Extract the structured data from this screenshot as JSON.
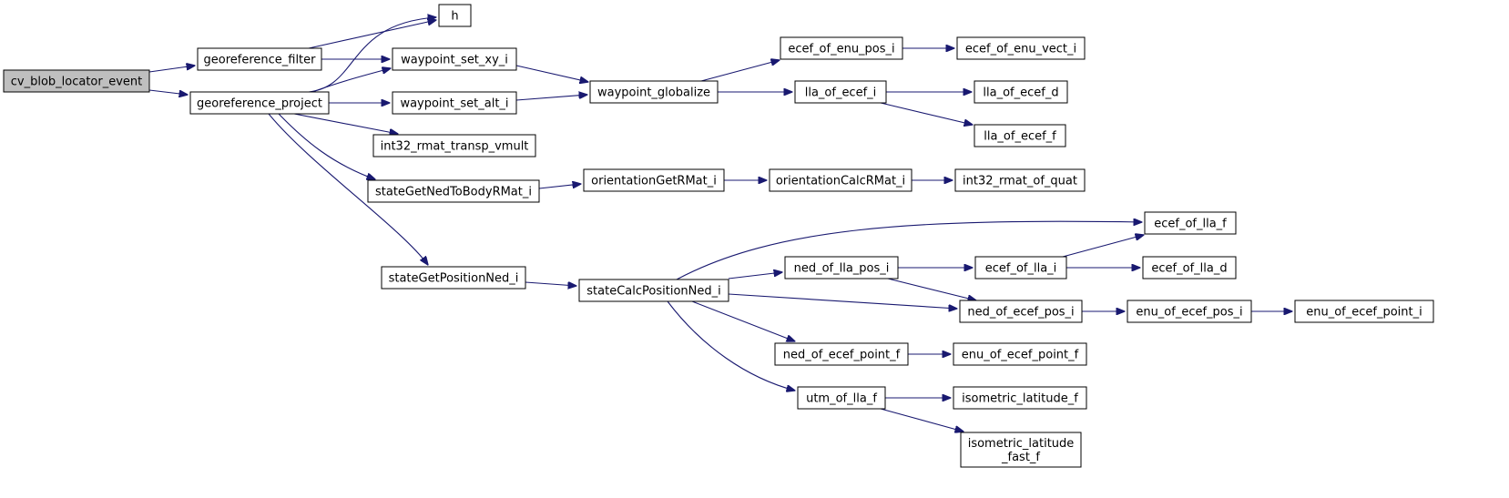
{
  "graph": {
    "root": "cv_blob_locator_event",
    "colors": {
      "edge": "#191970",
      "root_fill": "#bfbfbf",
      "node_fill": "#ffffff",
      "border": "#000000"
    },
    "nodes": [
      {
        "id": "cv_blob_locator_event",
        "label": [
          "cv_blob_locator_event"
        ]
      },
      {
        "id": "georeference_filter",
        "label": [
          "georeference_filter"
        ]
      },
      {
        "id": "georeference_project",
        "label": [
          "georeference_project"
        ]
      },
      {
        "id": "h",
        "label": [
          "h"
        ]
      },
      {
        "id": "waypoint_set_xy_i",
        "label": [
          "waypoint_set_xy_i"
        ]
      },
      {
        "id": "waypoint_set_alt_i",
        "label": [
          "waypoint_set_alt_i"
        ]
      },
      {
        "id": "int32_rmat_transp_vmult",
        "label": [
          "int32_rmat_transp_vmult"
        ]
      },
      {
        "id": "stateGetNedToBodyRMat_i",
        "label": [
          "stateGetNedToBodyRMat_i"
        ]
      },
      {
        "id": "stateGetPositionNed_i",
        "label": [
          "stateGetPositionNed_i"
        ]
      },
      {
        "id": "waypoint_globalize",
        "label": [
          "waypoint_globalize"
        ]
      },
      {
        "id": "ecef_of_enu_pos_i",
        "label": [
          "ecef_of_enu_pos_i"
        ]
      },
      {
        "id": "ecef_of_enu_vect_i",
        "label": [
          "ecef_of_enu_vect_i"
        ]
      },
      {
        "id": "lla_of_ecef_i",
        "label": [
          "lla_of_ecef_i"
        ]
      },
      {
        "id": "lla_of_ecef_d",
        "label": [
          "lla_of_ecef_d"
        ]
      },
      {
        "id": "lla_of_ecef_f",
        "label": [
          "lla_of_ecef_f"
        ]
      },
      {
        "id": "orientationGetRMat_i",
        "label": [
          "orientationGetRMat_i"
        ]
      },
      {
        "id": "orientationCalcRMat_i",
        "label": [
          "orientationCalcRMat_i"
        ]
      },
      {
        "id": "int32_rmat_of_quat",
        "label": [
          "int32_rmat_of_quat"
        ]
      },
      {
        "id": "stateCalcPositionNed_i",
        "label": [
          "stateCalcPositionNed_i"
        ]
      },
      {
        "id": "ecef_of_lla_f",
        "label": [
          "ecef_of_lla_f"
        ]
      },
      {
        "id": "ned_of_lla_pos_i",
        "label": [
          "ned_of_lla_pos_i"
        ]
      },
      {
        "id": "ecef_of_lla_i",
        "label": [
          "ecef_of_lla_i"
        ]
      },
      {
        "id": "ecef_of_lla_d",
        "label": [
          "ecef_of_lla_d"
        ]
      },
      {
        "id": "ned_of_ecef_pos_i",
        "label": [
          "ned_of_ecef_pos_i"
        ]
      },
      {
        "id": "enu_of_ecef_pos_i",
        "label": [
          "enu_of_ecef_pos_i"
        ]
      },
      {
        "id": "enu_of_ecef_point_i",
        "label": [
          "enu_of_ecef_point_i"
        ]
      },
      {
        "id": "ned_of_ecef_point_f",
        "label": [
          "ned_of_ecef_point_f"
        ]
      },
      {
        "id": "enu_of_ecef_point_f",
        "label": [
          "enu_of_ecef_point_f"
        ]
      },
      {
        "id": "utm_of_lla_f",
        "label": [
          "utm_of_lla_f"
        ]
      },
      {
        "id": "isometric_latitude_f",
        "label": [
          "isometric_latitude_f"
        ]
      },
      {
        "id": "isometric_latitude_fast_f",
        "label": [
          "isometric_latitude",
          "_fast_f"
        ]
      }
    ],
    "edges": [
      {
        "from": "cv_blob_locator_event",
        "to": "georeference_filter"
      },
      {
        "from": "cv_blob_locator_event",
        "to": "georeference_project"
      },
      {
        "from": "georeference_filter",
        "to": "h"
      },
      {
        "from": "georeference_filter",
        "to": "waypoint_set_xy_i"
      },
      {
        "from": "georeference_project",
        "to": "h"
      },
      {
        "from": "georeference_project",
        "to": "waypoint_set_xy_i"
      },
      {
        "from": "georeference_project",
        "to": "waypoint_set_alt_i"
      },
      {
        "from": "georeference_project",
        "to": "int32_rmat_transp_vmult"
      },
      {
        "from": "georeference_project",
        "to": "stateGetNedToBodyRMat_i"
      },
      {
        "from": "georeference_project",
        "to": "stateGetPositionNed_i"
      },
      {
        "from": "waypoint_set_xy_i",
        "to": "waypoint_globalize"
      },
      {
        "from": "waypoint_set_alt_i",
        "to": "waypoint_globalize"
      },
      {
        "from": "waypoint_globalize",
        "to": "ecef_of_enu_pos_i"
      },
      {
        "from": "waypoint_globalize",
        "to": "lla_of_ecef_i"
      },
      {
        "from": "ecef_of_enu_pos_i",
        "to": "ecef_of_enu_vect_i"
      },
      {
        "from": "lla_of_ecef_i",
        "to": "lla_of_ecef_d"
      },
      {
        "from": "lla_of_ecef_i",
        "to": "lla_of_ecef_f"
      },
      {
        "from": "stateGetNedToBodyRMat_i",
        "to": "orientationGetRMat_i"
      },
      {
        "from": "orientationGetRMat_i",
        "to": "orientationCalcRMat_i"
      },
      {
        "from": "orientationCalcRMat_i",
        "to": "int32_rmat_of_quat"
      },
      {
        "from": "stateGetPositionNed_i",
        "to": "stateCalcPositionNed_i"
      },
      {
        "from": "stateCalcPositionNed_i",
        "to": "ecef_of_lla_f"
      },
      {
        "from": "stateCalcPositionNed_i",
        "to": "ned_of_lla_pos_i"
      },
      {
        "from": "stateCalcPositionNed_i",
        "to": "ned_of_ecef_pos_i"
      },
      {
        "from": "stateCalcPositionNed_i",
        "to": "ned_of_ecef_point_f"
      },
      {
        "from": "stateCalcPositionNed_i",
        "to": "utm_of_lla_f"
      },
      {
        "from": "ned_of_lla_pos_i",
        "to": "ecef_of_lla_i"
      },
      {
        "from": "ned_of_lla_pos_i",
        "to": "ned_of_ecef_pos_i"
      },
      {
        "from": "ecef_of_lla_i",
        "to": "ecef_of_lla_f"
      },
      {
        "from": "ecef_of_lla_i",
        "to": "ecef_of_lla_d"
      },
      {
        "from": "ned_of_ecef_pos_i",
        "to": "enu_of_ecef_pos_i"
      },
      {
        "from": "enu_of_ecef_pos_i",
        "to": "enu_of_ecef_point_i"
      },
      {
        "from": "ned_of_ecef_point_f",
        "to": "enu_of_ecef_point_f"
      },
      {
        "from": "utm_of_lla_f",
        "to": "isometric_latitude_f"
      },
      {
        "from": "utm_of_lla_f",
        "to": "isometric_latitude_fast_f"
      }
    ]
  }
}
